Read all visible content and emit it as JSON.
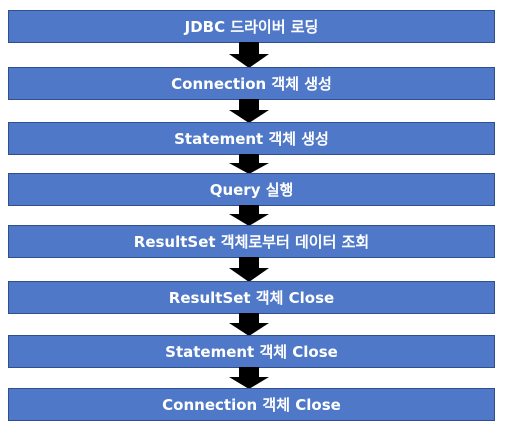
{
  "flow": {
    "steps": [
      "JDBC 드라이버 로딩",
      "Connection 객체 생성",
      "Statement 객체 생성",
      "Query 실행",
      "ResultSet 객체로부터 데이터 조회",
      "ResultSet 객체 Close",
      "Statement 객체 Close",
      "Connection 객체 Close"
    ]
  },
  "colors": {
    "box_fill": "#4f78c8",
    "box_border": "#2f4f8f",
    "text": "#ffffff",
    "arrow": "#000000"
  }
}
